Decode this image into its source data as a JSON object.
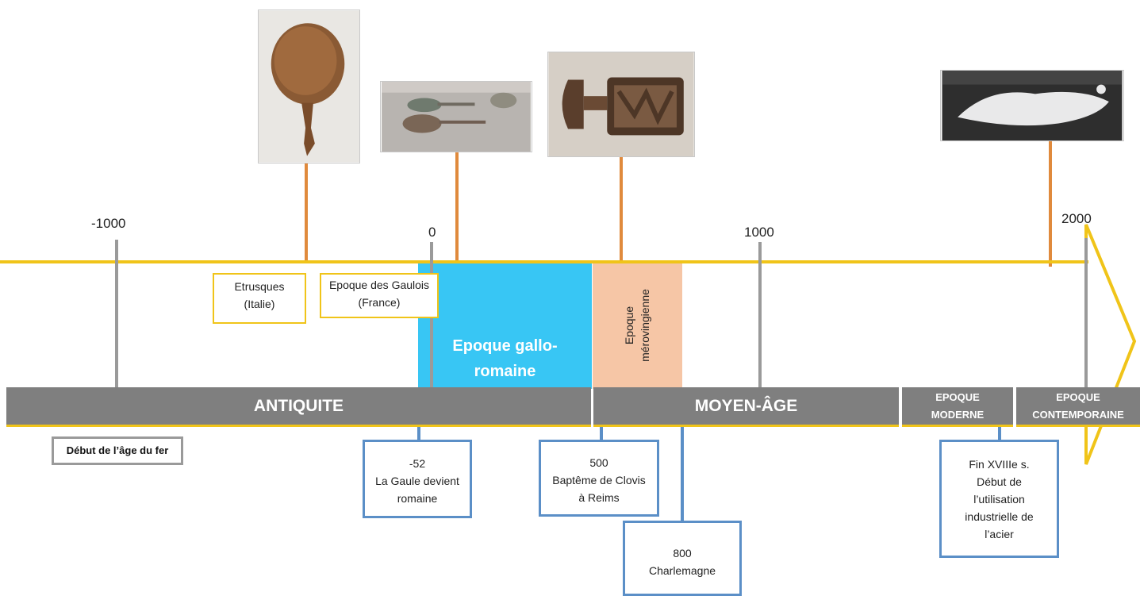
{
  "years": {
    "minus1000": "-1000",
    "zero": "0",
    "thousand": "1000",
    "twothousand": "2000"
  },
  "civilizations": {
    "etrusques_line1": "Etrusques",
    "etrusques_line2": "(Italie)",
    "gaulois_line1": "Epoque des Gaulois",
    "gaulois_line2": "(France)"
  },
  "eras": {
    "gallo_romaine_line1": "Epoque gallo-",
    "gallo_romaine_line2": "romaine",
    "merovingienne_line1": "Epoque",
    "merovingienne_line2": "mérovingienne"
  },
  "periods": {
    "antiquite": "ANTIQUITE",
    "moyen_age": "MOYEN-ÂGE",
    "moderne_line1": "EPOQUE",
    "moderne_line2": "MODERNE",
    "contemporaine_line1": "EPOQUE",
    "contemporaine_line2": "CONTEMPORAINE"
  },
  "events": {
    "age_du_fer": "Début de l’âge du fer",
    "gaule_year": "-52",
    "gaule_line1": "La Gaule devient",
    "gaule_line2": "romaine",
    "clovis_year": "500",
    "clovis_line1": "Baptême de Clovis",
    "clovis_line2": "à Reims",
    "charlemagne_year": "800",
    "charlemagne_line1": "Charlemagne",
    "acier_line1": "Fin XVIIIe s.",
    "acier_line2": "Début de",
    "acier_line3": "l’utilisation",
    "acier_line4": "industrielle de",
    "acier_line5": "l’acier"
  },
  "colors": {
    "timeline": "#f0c419",
    "gallo_romaine": "#38c6f4",
    "merovingienne": "#f6c6a6",
    "period_bar": "#7f7f7f",
    "photo_connector": "#e08a3c",
    "event_box": "#5b8fc7"
  }
}
